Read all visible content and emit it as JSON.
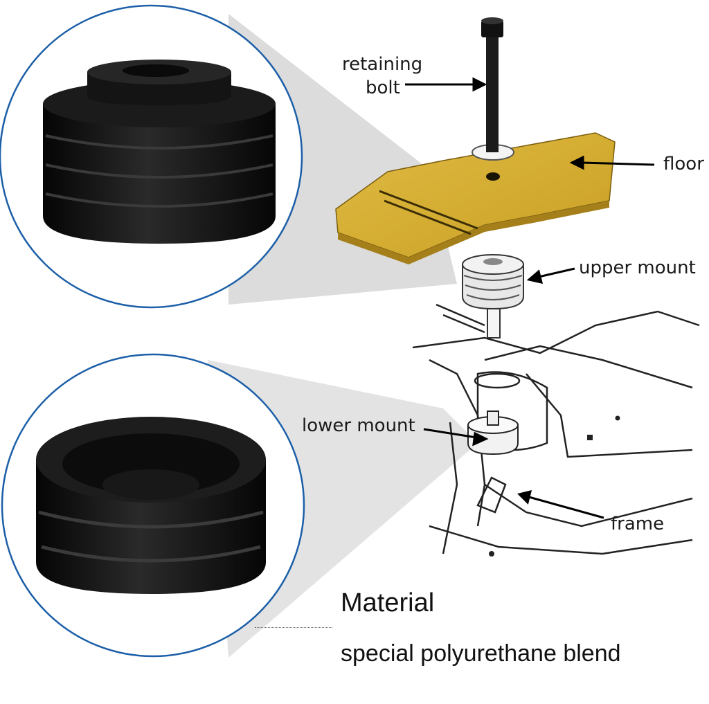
{
  "labels": {
    "retaining_bolt_line1": "retaining",
    "retaining_bolt_line2": "bolt",
    "floor": "floor",
    "upper_mount": "upper mount",
    "lower_mount": "lower mount",
    "frame": "frame"
  },
  "material": {
    "title": "Material",
    "description": "special polyurethane blend"
  },
  "colors": {
    "circle_border": "#1c5fa8",
    "floor_panel": "#d9b23a",
    "rubber": "#111111",
    "callout_shade": "#cfcfcf"
  }
}
